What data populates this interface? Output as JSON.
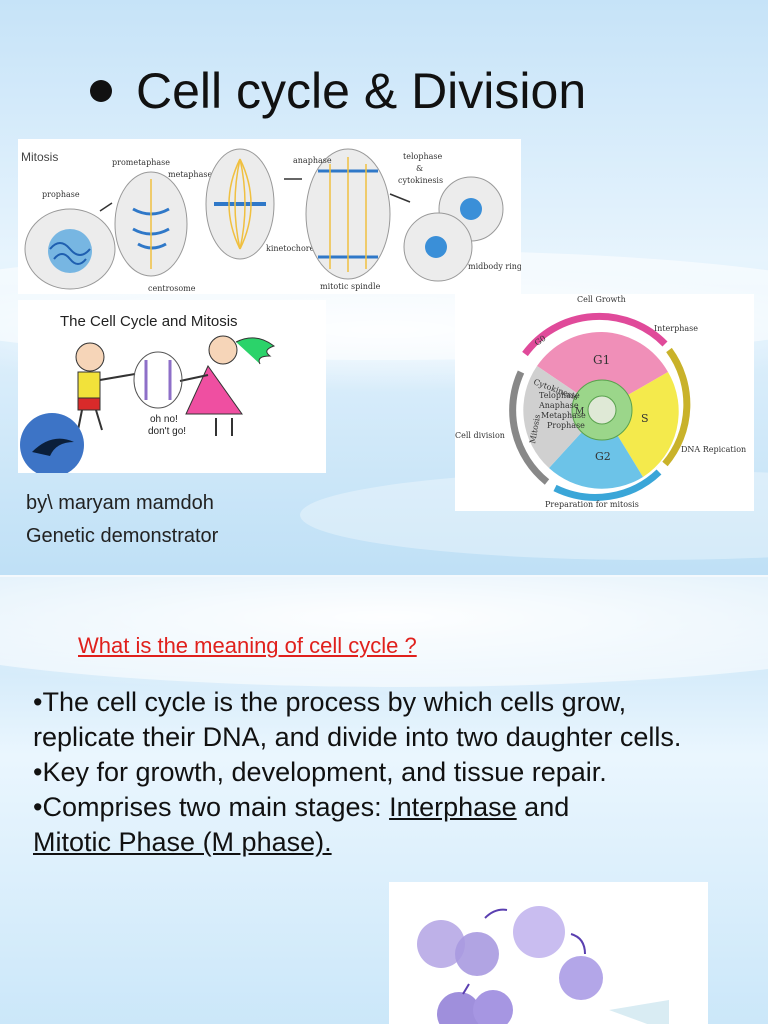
{
  "slide1": {
    "title": "Cell cycle & Division",
    "author_line": "by\\ maryam mamdoh",
    "role_line": "Genetic demonstrator",
    "mitosis_figure": {
      "heading": "Mitosis",
      "labels": {
        "prophase": "prophase",
        "prometaphase": "prometaphase",
        "metaphase": "metaphase",
        "anaphase": "anaphase",
        "telophase": "telophase",
        "amp": "&",
        "cytokinesis": "cytokinesis",
        "kinetochore": "kinetochore",
        "centrosome": "centrosome",
        "mitotic_spindle": "mitotic spindle",
        "midbody_ring": "midbody ring"
      }
    },
    "cartoon": {
      "heading": "The Cell Cycle and Mitosis",
      "speech_1": "oh no!",
      "speech_2": "don't go!"
    },
    "cycle_diagram": {
      "cell_growth": "Cell Growth",
      "interphase": "Interphase",
      "g0": "G0",
      "g1": "G1",
      "s": "S",
      "g2": "G2",
      "m": "M",
      "mitosis": "Mitosis",
      "cytokinesis": "Cytokinesis",
      "telophase": "Telophase",
      "anaphase": "Anaphase",
      "metaphase": "Metaphase",
      "prophase": "Prophase",
      "cell_division": "Cell division",
      "dna_replication": "DNA Repication",
      "prep_mitosis": "Preparation for mitosis",
      "colors": {
        "g1": "#f08fb8",
        "s": "#f4ea4c",
        "g2": "#6cc3e8",
        "m": "#d0d0d0",
        "center": "#7cc36e"
      }
    }
  },
  "slide2": {
    "question": "What is the meaning of cell cycle ?",
    "bullet1": "•The cell cycle is the process by which cells grow, replicate their DNA, and divide into two daughter cells.",
    "bullet2": "•Key for growth, development, and tissue repair.",
    "bullet3_prefix": "•Comprises two main stages: ",
    "bullet3_interphase": "Interphase",
    "bullet3_and": " and",
    "bullet3_mitotic": "Mitotic Phase (M phase)."
  }
}
